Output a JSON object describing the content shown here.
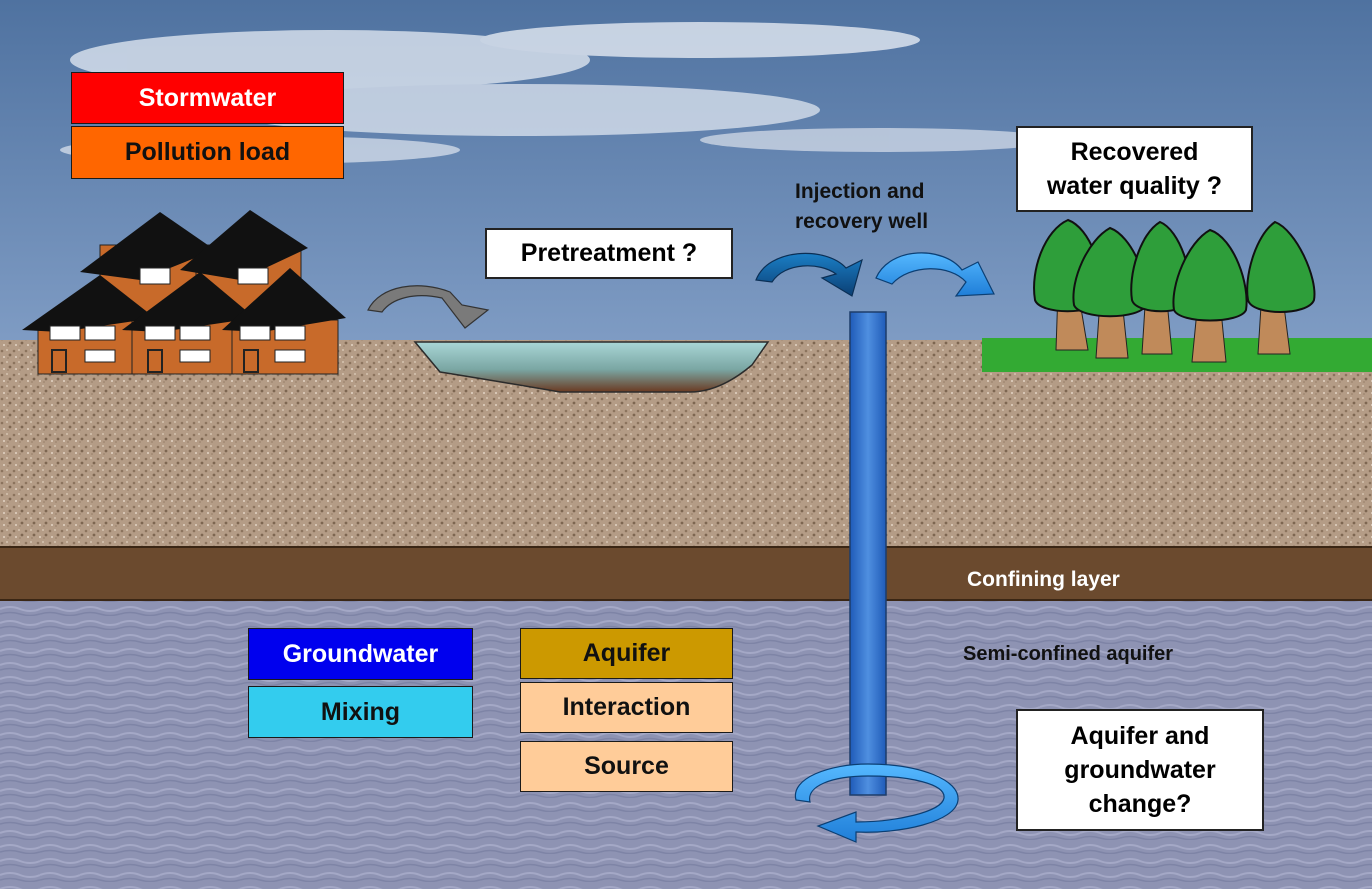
{
  "labels": {
    "stormwater": "Stormwater",
    "pollution_load": "Pollution load",
    "pretreatment": "Pretreatment ?",
    "injection_well_line1": "Injection and",
    "injection_well_line2": "recovery well",
    "recovered_line1": "Recovered",
    "recovered_line2": "water quality ?",
    "confining_layer": "Confining layer",
    "semi_confined_aquifer": "Semi-confined aquifer",
    "groundwater": "Groundwater",
    "mixing": "Mixing",
    "aquifer": "Aquifer",
    "interaction": "Interaction",
    "source": "Source",
    "change_line1": "Aquifer and",
    "change_line2": "groundwater",
    "change_line3": "change?"
  },
  "colors": {
    "sky": "#5c7ea8",
    "soil": "#b39a83",
    "confining_layer": "#6b4a2e",
    "aquifer": "#8f94b4",
    "stormwater": "#ff0000",
    "pollution_load": "#ff6600",
    "groundwater": "#0000ee",
    "mixing": "#33ccee",
    "aquifer_box": "#cc9900",
    "interaction": "#ffcc99",
    "source": "#ffcc99",
    "house": "#c86a2a",
    "roof": "#111111",
    "tree": "#2e9e3a",
    "trunk": "#c08a5a",
    "grass": "#33aa33",
    "well": "#2e6ecc"
  },
  "icons": [
    "houses-icon",
    "trees-icon",
    "pond-icon",
    "well-icon",
    "arrow-icon",
    "circular-arrow-icon"
  ]
}
